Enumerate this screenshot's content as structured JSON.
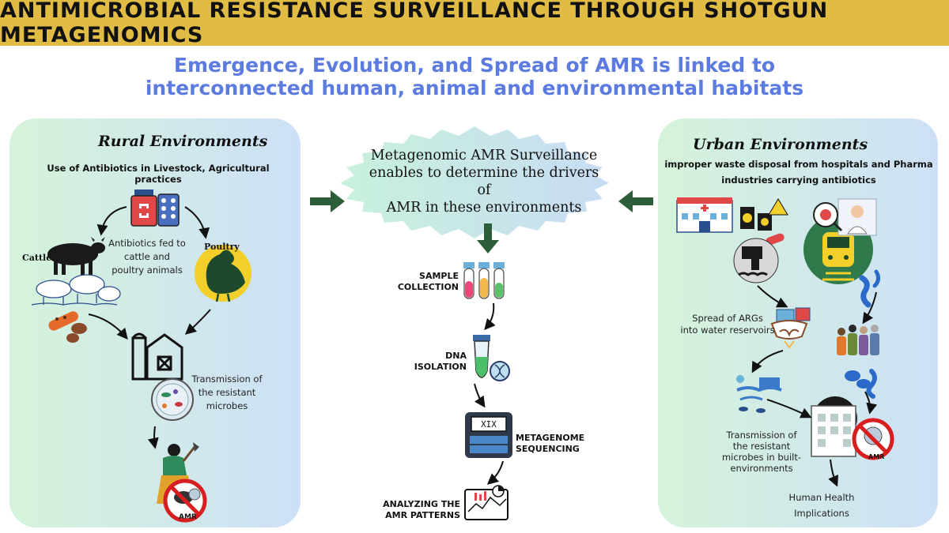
{
  "header": {
    "title": "ANTIMICROBIAL RESISTANCE SURVEILLANCE THROUGH SHOTGUN METAGENOMICS"
  },
  "subtitle": {
    "line1": "Emergence, Evolution, and Spread of AMR is linked to",
    "line2": "interconnected human, animal and environmental habitats"
  },
  "rural": {
    "title": "Rural Environments",
    "subtitle": "Use of Antibiotics in Livestock, Agricultural practices",
    "fed_note": [
      "Antibiotics fed to",
      "cattle and",
      "poultry animals"
    ],
    "cattle_label": "Cattle",
    "poultry_label": "Poultry",
    "transmission_note": [
      "Transmission of",
      "the resistant",
      "microbes"
    ],
    "amr_badge": "AMR"
  },
  "center": {
    "burst": [
      "Metagenomic AMR Surveillance",
      "enables to determine the drivers of",
      "AMR in these environments"
    ],
    "steps": [
      {
        "lines": [
          "SAMPLE",
          "COLLECTION"
        ]
      },
      {
        "lines": [
          "DNA",
          "ISOLATION"
        ]
      },
      {
        "lines": [
          "METAGENOME",
          "SEQUENCING"
        ]
      },
      {
        "lines": [
          "ANALYZING THE",
          "AMR PATTERNS"
        ]
      }
    ]
  },
  "urban": {
    "title": "Urban Environments",
    "subtitle": [
      "improper waste disposal from hospitals  and Pharma",
      "industries carrying antibiotics"
    ],
    "spread_note": [
      "Spread of ARGs",
      "into water reservoirs"
    ],
    "transmission_note": [
      "Transmission of",
      "the resistant",
      "microbes in built-",
      "environments"
    ],
    "health_note": [
      "Human Health",
      "Implications"
    ],
    "amr_badge": "AMR"
  },
  "colors": {
    "banner": "#e0bc44",
    "subtitle": "#5b7be0",
    "arrow_green": "#2e5d3a",
    "panel_start": "#d5f3da",
    "panel_end": "#cde0f7"
  }
}
